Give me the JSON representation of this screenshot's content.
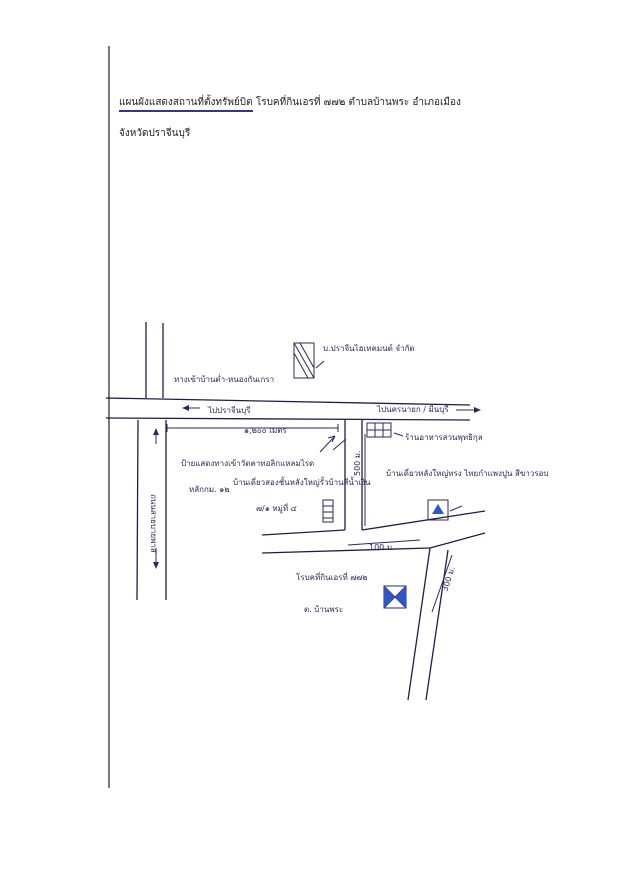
{
  "heading": {
    "title": "แผนผังแสดงสถานที่ตั้งทรัพย์บิต",
    "line1_rest": "โรบคที่กินเอรที่ ๗๗๒ ตำบลบ้านพระ อำเภอเมือง",
    "line2": "จังหวัดปราจีนบุรี"
  },
  "map": {
    "labels": {
      "company": "บ.ปราจีนไฮเทคมนต์ จำกัด",
      "crossroad": "ทางเข้าบ้านต่ำ-หนองกันเกรา",
      "to_prachinburi": "ไปปราจีนบุรี",
      "to_nakhon_nayok": "ไปนครนายก / มีนบุรี",
      "distance_1200": "๑,๒๐๐ เมตร",
      "shop": "ร้านอาหารสวนพุทธิกุล",
      "sign": "ป้ายแสดงทางเข้าวัดคาทอลิกแหลมไรด",
      "village_house": "บ้านเดี่ยวสองชั้นหลังใหญ่รั้วบ้านสีน้ำเงิน",
      "big_house": "บ้านเดี่ยวหลังใหญ่ทรง ไทยกำแพงปูน สีขาวรอบ",
      "km_stone": "หลักกม. ๑๒",
      "house_no": "๗/๑ หมู่ที่ ๔",
      "road_vertical": "ถนนสายบายพาส",
      "distance_500": "500 ม.",
      "distance_100": "100 ม.",
      "distance_300": "300 ม.",
      "target": "โรบคที่กินเอรที่ ๗๗๒",
      "target_sub": "ต. บ้านพระ"
    }
  }
}
